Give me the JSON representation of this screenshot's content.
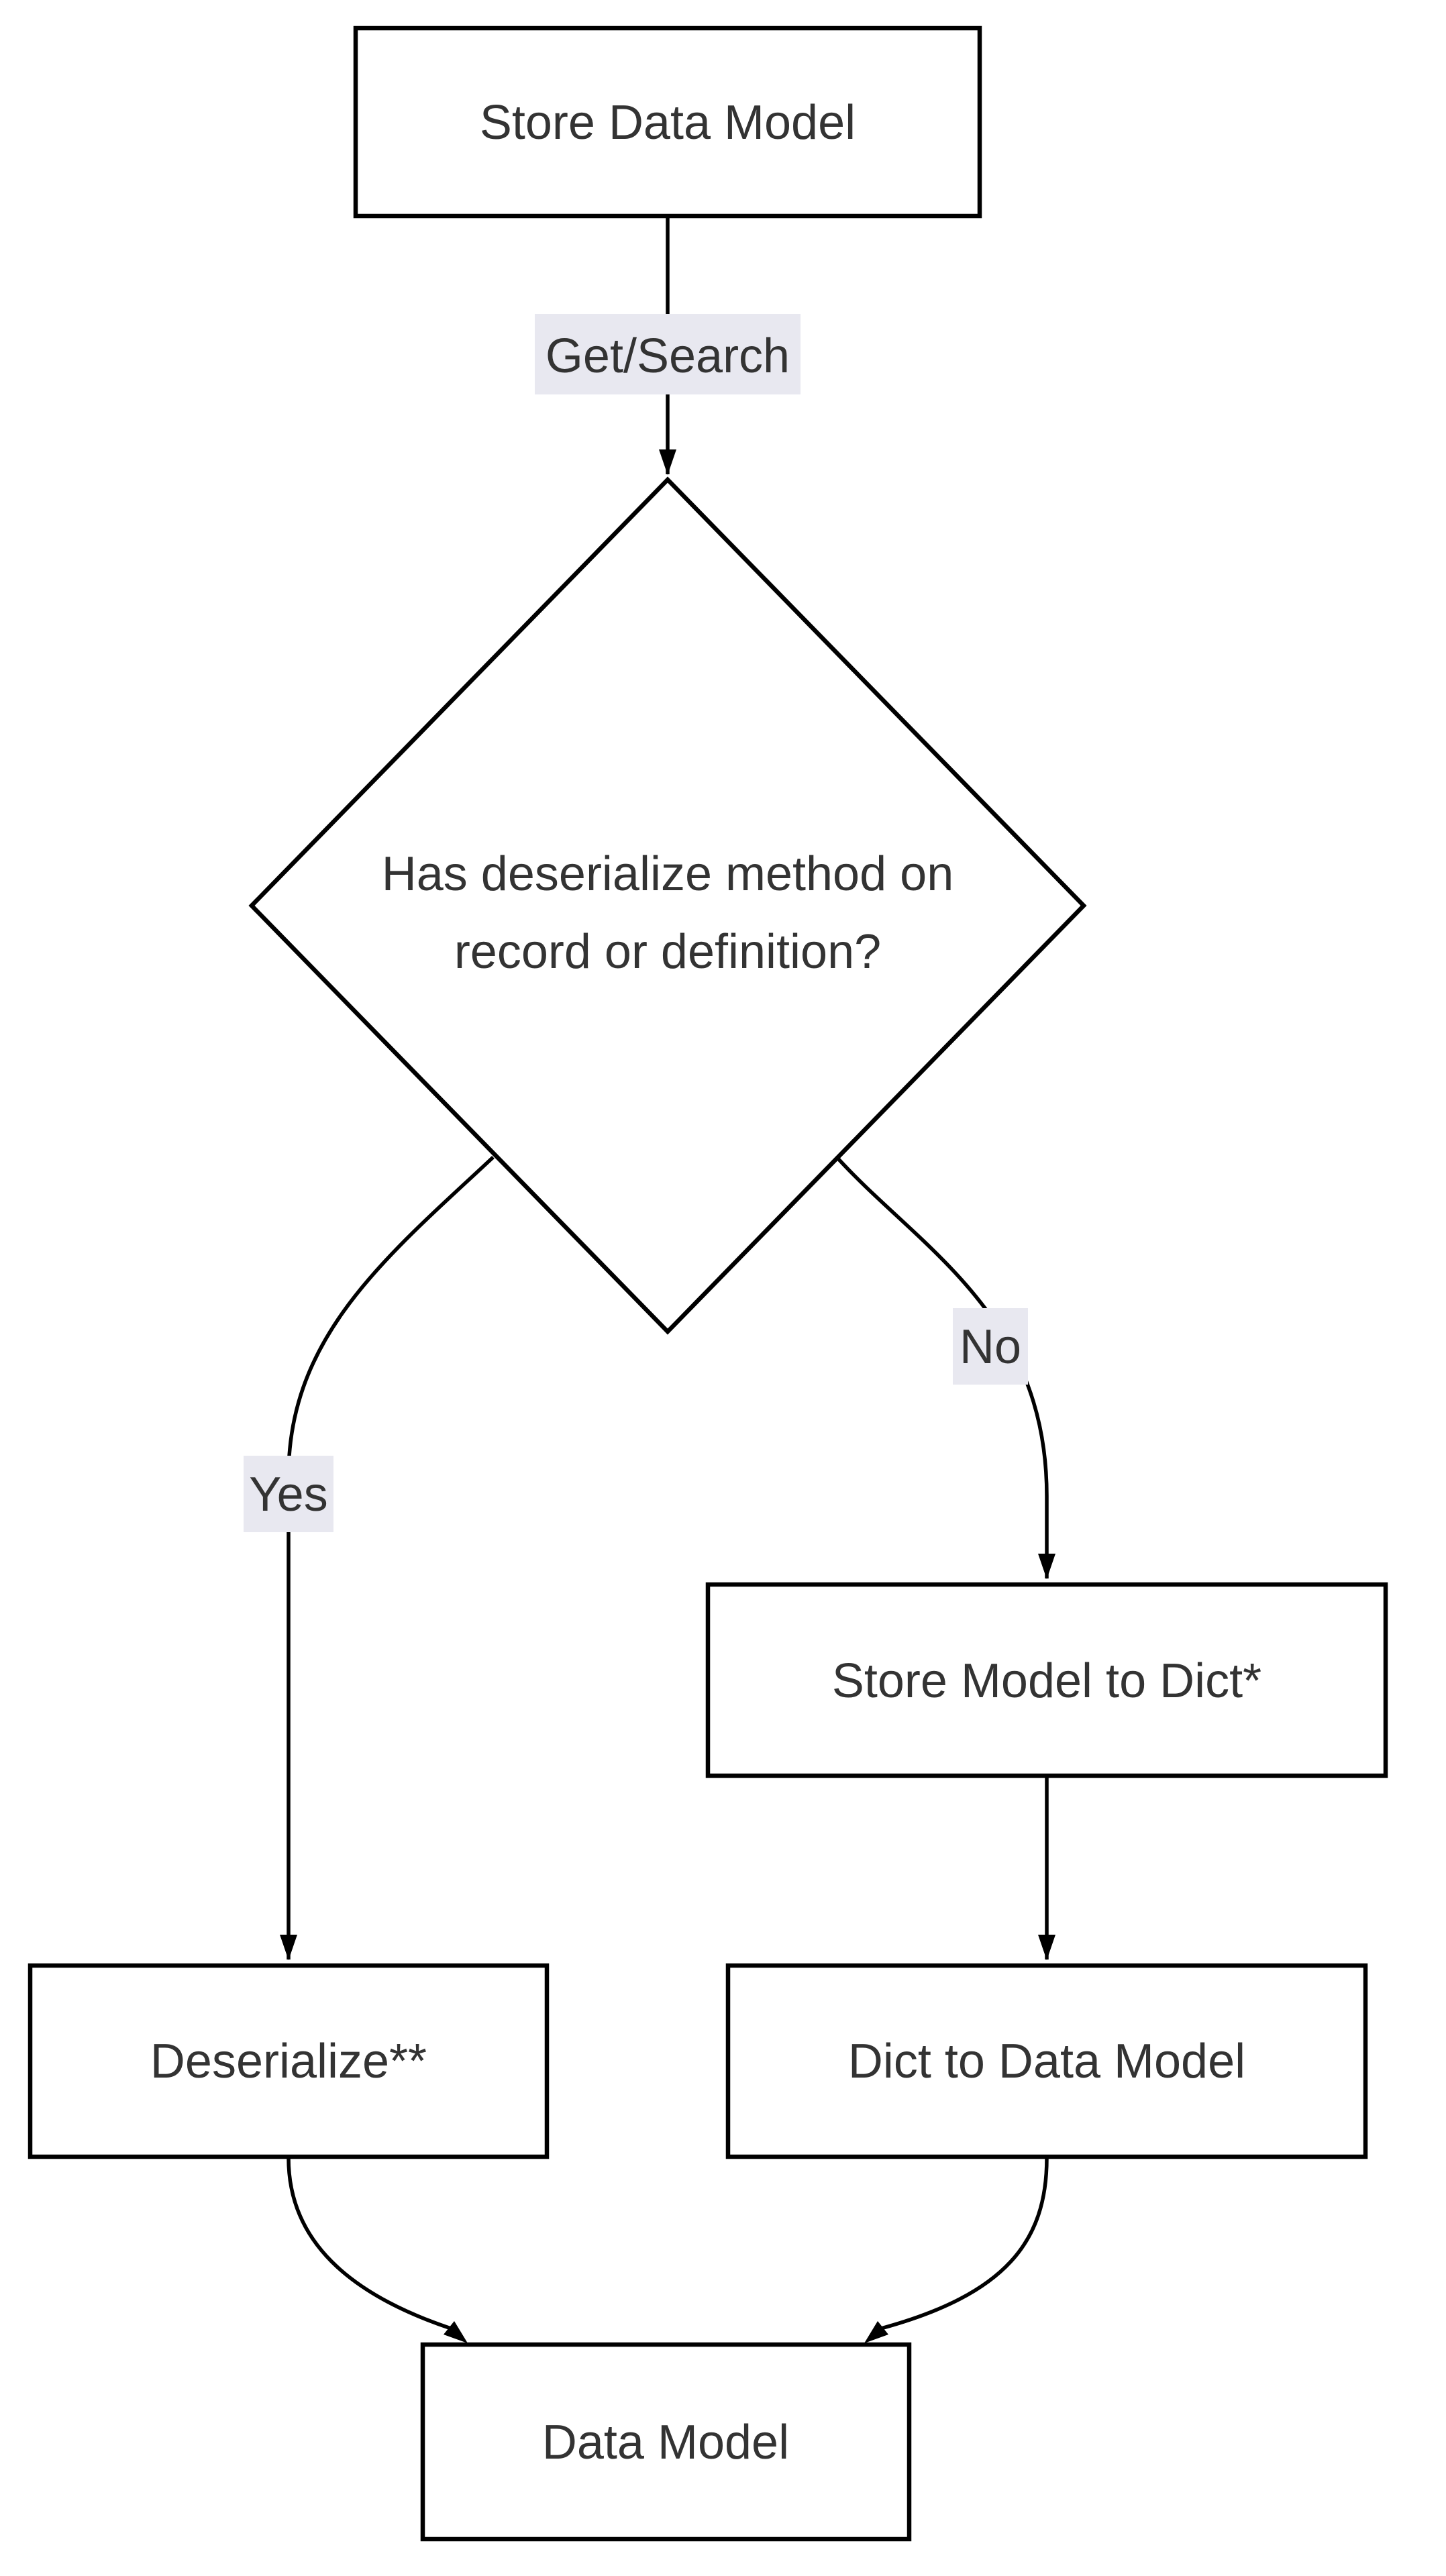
{
  "colors": {
    "background": "#ffffff",
    "node_fill": "#ffffff",
    "node_border": "#000000",
    "edge_line": "#000000",
    "text": "#333333",
    "edge_label_bg": "#e8e8f0"
  },
  "nodes": {
    "store_data_model": {
      "label": "Store Data Model",
      "shape": "rectangle"
    },
    "decision": {
      "label": "Has deserialize method on record or definition?",
      "label_line1": "Has deserialize method on",
      "label_line2": "record or definition?",
      "shape": "diamond"
    },
    "deserialize": {
      "label": "Deserialize**",
      "shape": "rectangle"
    },
    "store_model_to_dict": {
      "label": "Store Model to Dict*",
      "shape": "rectangle"
    },
    "dict_to_data_model": {
      "label": "Dict to Data Model",
      "shape": "rectangle"
    },
    "data_model": {
      "label": "Data Model",
      "shape": "rectangle"
    }
  },
  "edge_labels": {
    "get_search": "Get/Search",
    "yes": "Yes",
    "no": "No"
  },
  "edges": [
    {
      "from": "store_data_model",
      "to": "decision",
      "label": "Get/Search"
    },
    {
      "from": "decision",
      "to": "deserialize",
      "label": "Yes"
    },
    {
      "from": "decision",
      "to": "store_model_to_dict",
      "label": "No"
    },
    {
      "from": "store_model_to_dict",
      "to": "dict_to_data_model",
      "label": ""
    },
    {
      "from": "deserialize",
      "to": "data_model",
      "label": ""
    },
    {
      "from": "dict_to_data_model",
      "to": "data_model",
      "label": ""
    }
  ]
}
